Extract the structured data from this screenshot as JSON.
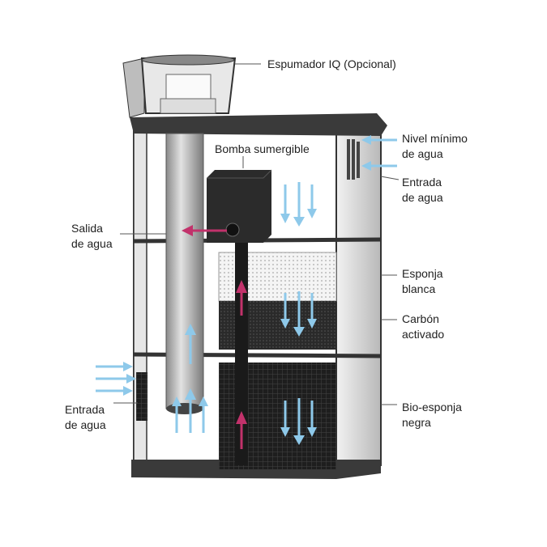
{
  "labels": {
    "skimmer": "Espumador IQ (Opcional)",
    "pump": "Bomba sumergible",
    "min_level": [
      "Nivel mínimo",
      "de agua"
    ],
    "water_inlet_right": [
      "Entrada",
      "de agua"
    ],
    "water_outlet": [
      "Salida",
      "de agua"
    ],
    "white_sponge": [
      "Esponja",
      "blanca"
    ],
    "carbon": [
      "Carbón",
      "activado"
    ],
    "water_inlet_left": [
      "Entrada",
      "de agua"
    ],
    "bio_sponge": [
      "Bio-esponja",
      "negra"
    ]
  },
  "colors": {
    "inflow_arrow": "#8ec9ea",
    "outflow_arrow": "#c2326b",
    "frame": "#3a3a3a"
  }
}
